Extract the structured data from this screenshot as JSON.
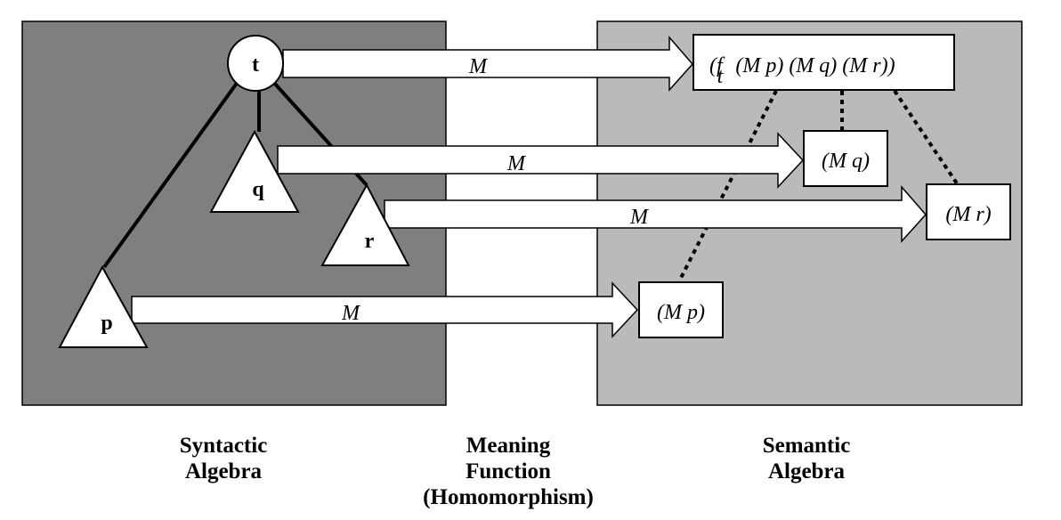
{
  "colors": {
    "syntactic_panel": "#7f7f7f",
    "semantic_panel": "#bababa",
    "ink": "#000000",
    "paper": "#ffffff"
  },
  "syntactic": {
    "nodes": {
      "t": "t",
      "q": "q",
      "r": "r",
      "p": "p"
    }
  },
  "arrows": {
    "t": "M",
    "q": "M",
    "r": "M",
    "p": "M"
  },
  "semantic": {
    "top_box": {
      "open": "(f",
      "subscript": "t",
      "args": "(M p) (M q) (M r))"
    },
    "mq": "(M q)",
    "mr": "(M r)",
    "mp": "(M p)"
  },
  "captions": {
    "syntactic": [
      "Syntactic",
      "Algebra"
    ],
    "meaning": [
      "Meaning",
      "Function",
      "(Homomorphism)"
    ],
    "semantic": [
      "Semantic",
      "Algebra"
    ]
  }
}
